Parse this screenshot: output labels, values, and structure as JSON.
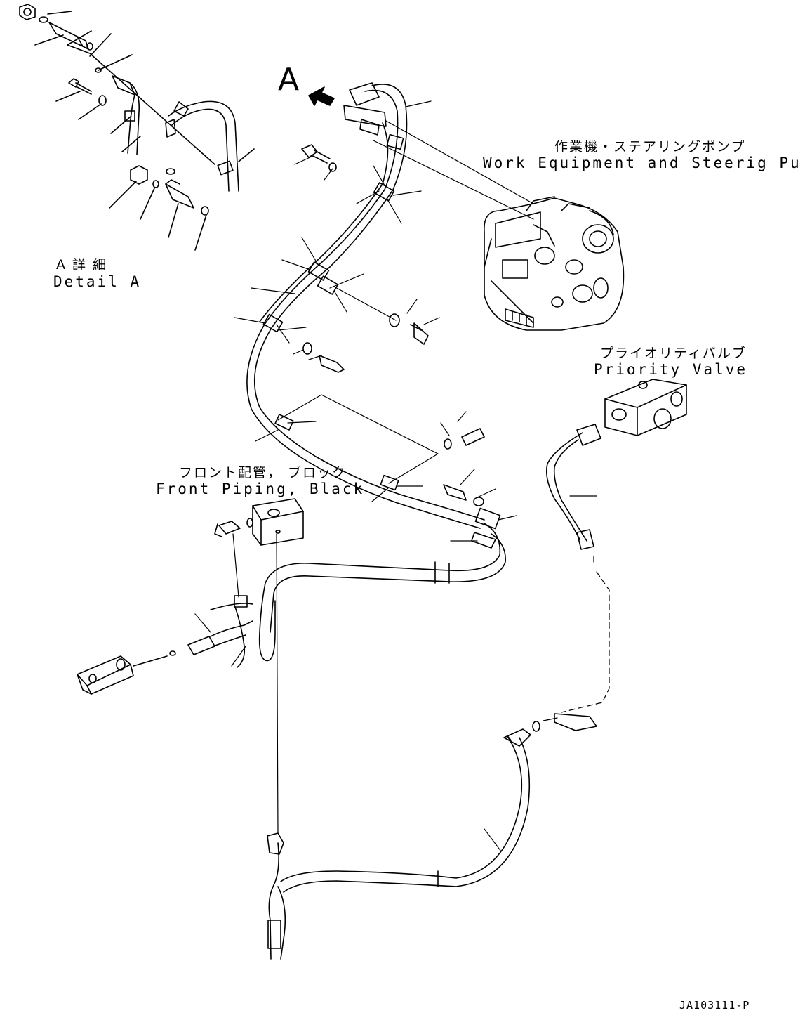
{
  "view_marker": "A",
  "labels": {
    "pump_jp": "作業機・ステアリングポンプ",
    "pump_en": "Work Equipment and Steerig Pump",
    "priority_jp": "プライオリティバルブ",
    "priority_en": "Priority Valve",
    "front_jp": "フロント配管， ブロック",
    "front_en": "Front Piping, Black",
    "detail_jp": "A 詳 細",
    "detail_en": "Detail A"
  },
  "drawing_code": "JA103111-P"
}
